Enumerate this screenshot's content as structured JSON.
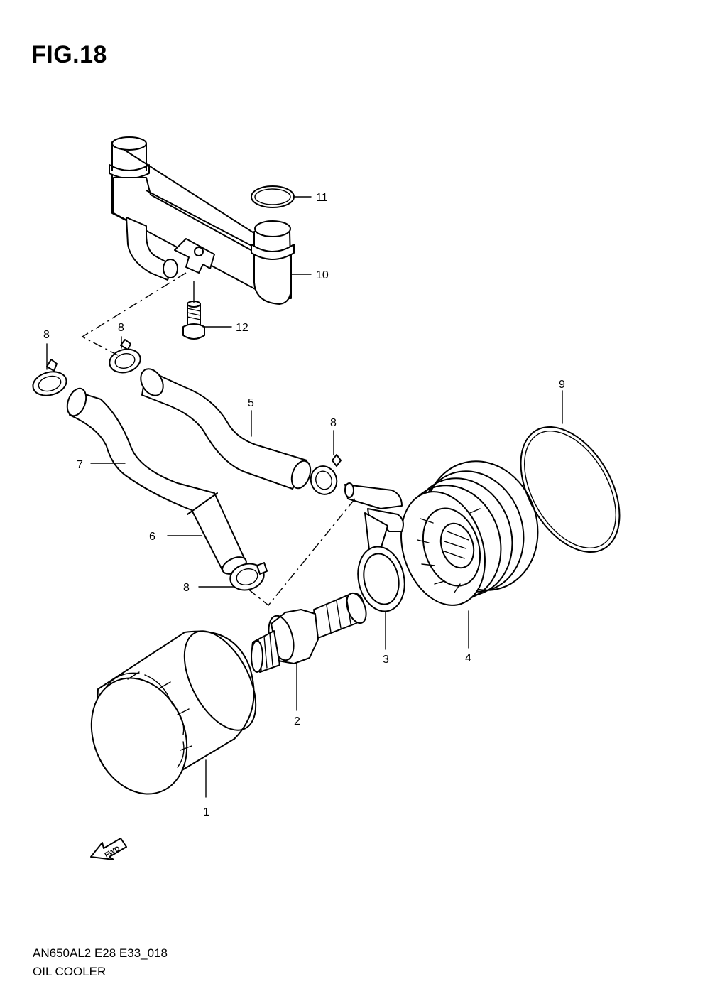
{
  "figure": {
    "title": "FIG.18",
    "code": "AN650AL2 E28 E33_018",
    "name": "OIL COOLER"
  },
  "fwd_badge": {
    "text": "FWD",
    "icon": "fwd-arrow-icon"
  },
  "callouts": [
    {
      "id": "callout-1",
      "text": "1"
    },
    {
      "id": "callout-2",
      "text": "2"
    },
    {
      "id": "callout-3",
      "text": "3"
    },
    {
      "id": "callout-4",
      "text": "4"
    },
    {
      "id": "callout-5",
      "text": "5"
    },
    {
      "id": "callout-6",
      "text": "6"
    },
    {
      "id": "callout-7",
      "text": "7"
    },
    {
      "id": "callout-8a",
      "text": "8"
    },
    {
      "id": "callout-8b",
      "text": "8"
    },
    {
      "id": "callout-8c",
      "text": "8"
    },
    {
      "id": "callout-8d",
      "text": "8"
    },
    {
      "id": "callout-9",
      "text": "9"
    },
    {
      "id": "callout-10",
      "text": "10"
    },
    {
      "id": "callout-11",
      "text": "11"
    },
    {
      "id": "callout-12",
      "text": "12"
    }
  ]
}
